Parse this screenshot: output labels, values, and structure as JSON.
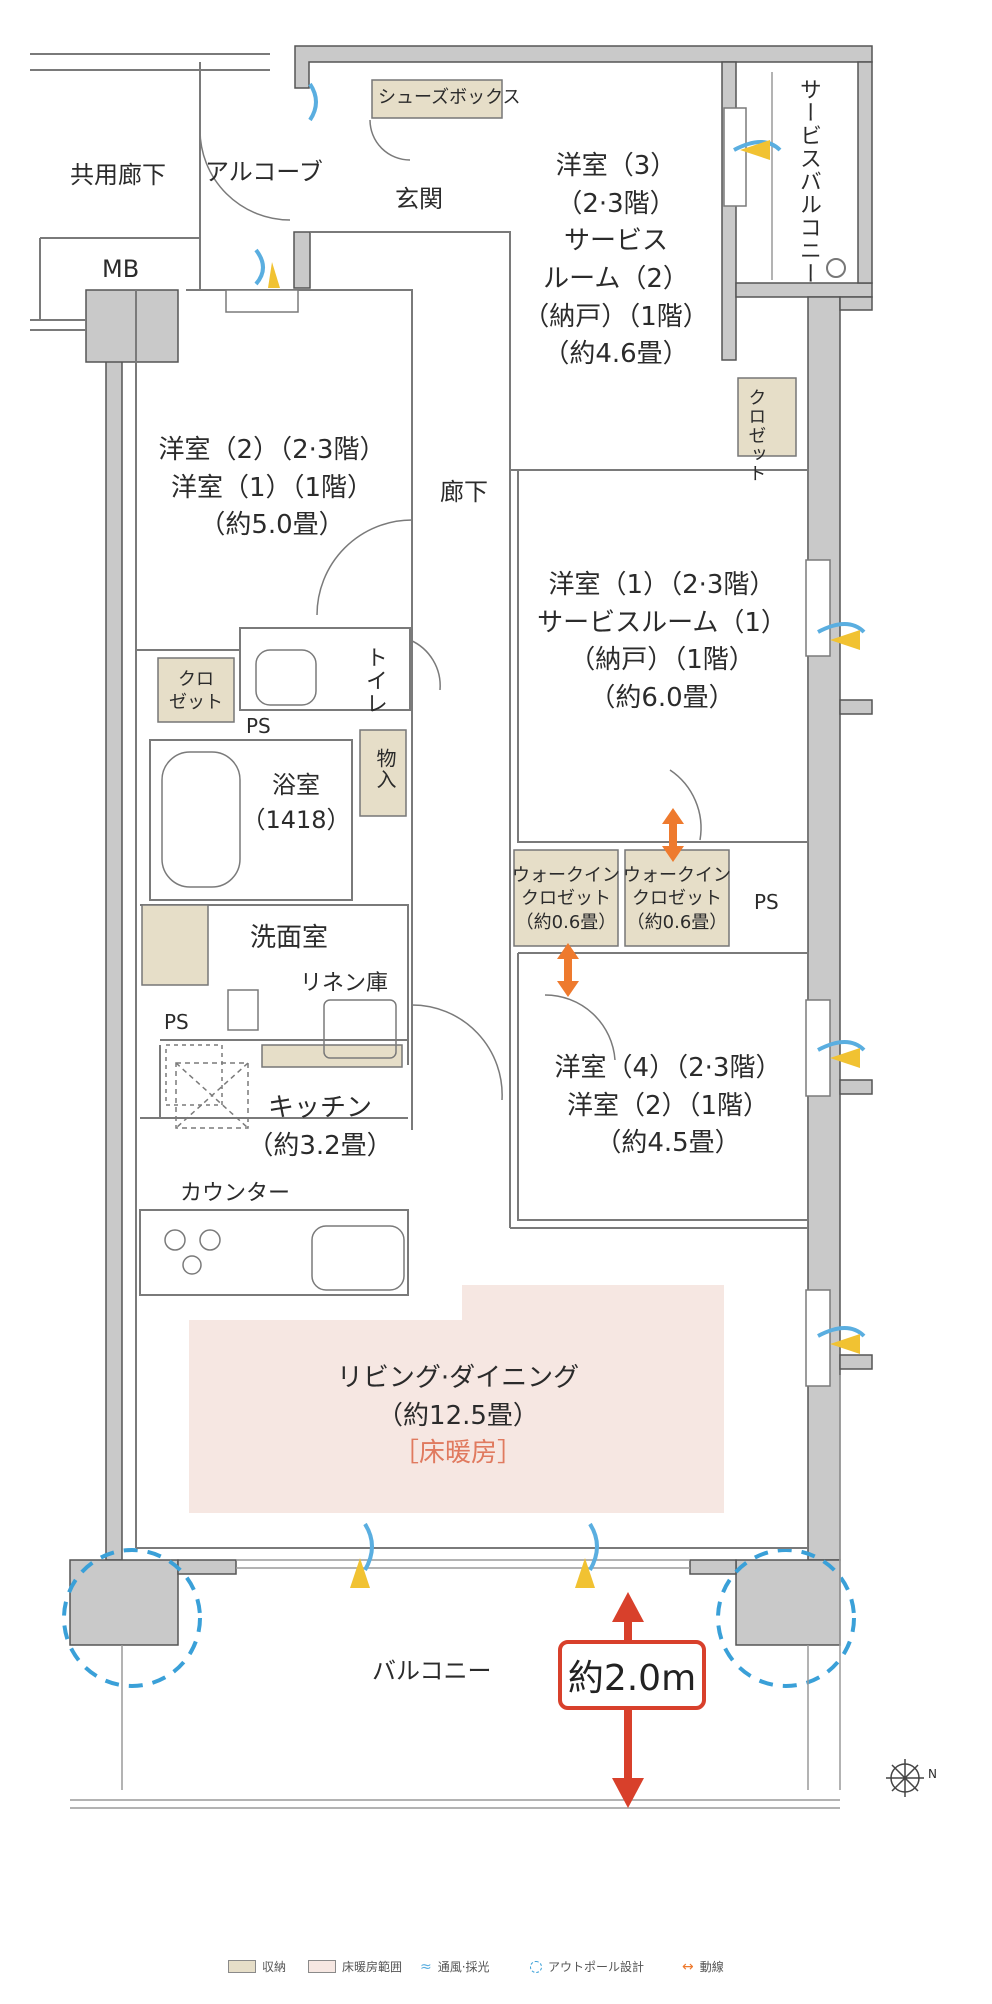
{
  "colors": {
    "wall": "#c9c9c9",
    "storage": "#e6dec8",
    "floor_heating": "#f6e7e2",
    "airflow": "#5aaee0",
    "light": "#f1c232",
    "outpole": "#3aa0d8",
    "route": "#ee7a2e",
    "depth_arrow": "#d8402b"
  },
  "rooms": {
    "common_corridor": "共用廊下",
    "alcove": "アルコーブ",
    "mb": "MB",
    "shoe_box": "シューズボックス",
    "entrance": "玄関",
    "western3": {
      "line1": "洋室（3）",
      "line2": "（2·3階）",
      "line3": "サービス",
      "line4": "ルーム（2）",
      "line5": "（納戸）（1階）",
      "line6": "（約4.6畳）"
    },
    "service_balcony": "サービスバルコニー",
    "closet_right": {
      "line1": "クロ",
      "line2": "ゼット"
    },
    "western2": {
      "line1": "洋室（2）（2·3階）",
      "line2": "洋室（1）（1階）",
      "line3": "（約5.0畳）"
    },
    "corridor": "廊下",
    "western1": {
      "line1": "洋室（1）（2·3階）",
      "line2": "サービスルーム（1）",
      "line3": "（納戸）（1階）",
      "line4": "（約6.0畳）"
    },
    "closet_left": {
      "line1": "クロ",
      "line2": "ゼット"
    },
    "toilet": "トイレ",
    "ps_upper": "PS",
    "storage_room": "物入",
    "bath": {
      "line1": "浴室",
      "line2": "（1418）"
    },
    "wic_left": {
      "line1": "ウォークイン",
      "line2": "クロゼット",
      "line3": "（約0.6畳）"
    },
    "wic_right": {
      "line1": "ウォークイン",
      "line2": "クロゼット",
      "line3": "（約0.6畳）"
    },
    "ps_right": "PS",
    "washroom": "洗面室",
    "linen": "リネン庫",
    "ps_lower": "PS",
    "western4": {
      "line1": "洋室（4）（2·3階）",
      "line2": "洋室（2）（1階）",
      "line3": "（約4.5畳）"
    },
    "kitchen": {
      "line1": "キッチン",
      "line2": "（約3.2畳）"
    },
    "counter": "カウンター",
    "living": {
      "line1": "リビング·ダイニング",
      "line2": "（約12.5畳）",
      "line3": "［床暖房］"
    },
    "balcony": "バルコニー"
  },
  "depth_label": "約2.0m",
  "compass": "N",
  "legend": [
    {
      "key": "storage",
      "label": "収納"
    },
    {
      "key": "floor_heating",
      "label": "床暖房範囲"
    },
    {
      "key": "airflow",
      "label": "通風·採光"
    },
    {
      "key": "outpole",
      "label": "アウトポール設計"
    },
    {
      "key": "route",
      "label": "動線"
    }
  ]
}
